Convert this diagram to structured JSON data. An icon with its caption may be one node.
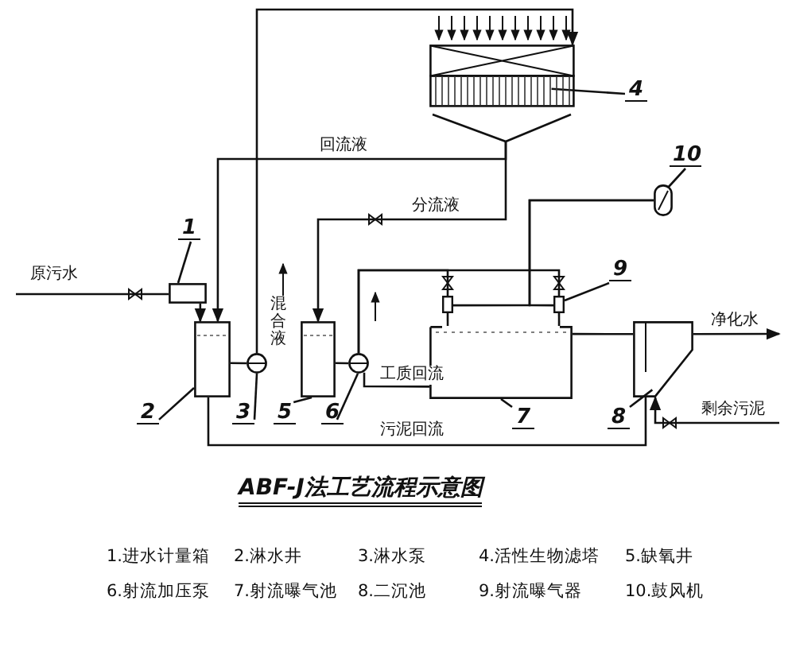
{
  "diagram": {
    "title": "ABF-J法工艺流程示意图",
    "nodes": [
      {
        "text": [
          "1"
        ]
      },
      {
        "text": [],
        "shape": "box"
      },
      {
        "text": [
          "2"
        ]
      },
      {
        "text": [],
        "shape": "box"
      },
      {
        "text": [
          "3"
        ]
      },
      {
        "text": [],
        "shape": "circle"
      },
      {
        "text": [
          "4"
        ]
      },
      {
        "text": [],
        "shape": "box"
      },
      {
        "text": [
          "5"
        ]
      },
      {
        "text": [],
        "shape": "box"
      },
      {
        "text": [
          "6"
        ]
      },
      {
        "text": [],
        "shape": "circle"
      },
      {
        "text": [
          "7"
        ]
      },
      {
        "text": [],
        "shape": "box"
      },
      {
        "text": [
          "8"
        ]
      },
      {
        "text": [],
        "shape": "box"
      },
      {
        "text": [
          "9"
        ]
      },
      {
        "text": [],
        "shape": "box"
      },
      {
        "text": [],
        "shape": "box"
      },
      {
        "text": [
          "10"
        ]
      },
      {
        "text": [],
        "shape": "cylinder"
      }
    ],
    "edges": [
      {
        "from": 0,
        "to": 1,
        "arrow": "none"
      },
      {
        "from": 2,
        "to": 3,
        "arrow": "none"
      },
      {
        "from": 4,
        "to": 5,
        "arrow": "none"
      },
      {
        "from": 6,
        "to": 7,
        "arrow": "none"
      },
      {
        "from": 8,
        "to": 9,
        "arrow": "none"
      },
      {
        "from": 10,
        "to": 11,
        "arrow": "none"
      },
      {
        "from": 12,
        "to": 13,
        "arrow": "none"
      },
      {
        "from": 14,
        "to": 15,
        "arrow": "none"
      },
      {
        "from": 16,
        "to": 18,
        "arrow": "none"
      },
      {
        "from": 19,
        "to": 20,
        "arrow": "none"
      },
      {
        "from": null,
        "to": 1,
        "arrow": "none",
        "label": "原污水"
      },
      {
        "from": 1,
        "to": 3,
        "arrow": "to"
      },
      {
        "from": 3,
        "to": 5,
        "arrow": "none"
      },
      {
        "from": 5,
        "to": 7,
        "arrow": "to",
        "label": "混合液"
      },
      {
        "from": 7,
        "to": 3,
        "arrow": "to",
        "label": "回流液"
      },
      {
        "from": 7,
        "to": 9,
        "arrow": "to",
        "label": "分流液"
      },
      {
        "from": 9,
        "to": 11,
        "arrow": "none"
      },
      {
        "from": 11,
        "to": 17,
        "arrow": "none"
      },
      {
        "from": 11,
        "to": 18,
        "arrow": "none"
      },
      {
        "from": 13,
        "to": 11,
        "arrow": "none",
        "label": "工质回流"
      },
      {
        "from": 20,
        "to": 17,
        "arrow": "none"
      },
      {
        "from": 20,
        "to": 18,
        "arrow": "none"
      },
      {
        "from": 17,
        "to": 13,
        "arrow": "none"
      },
      {
        "from": 18,
        "to": 13,
        "arrow": "none"
      },
      {
        "from": 13,
        "to": 15,
        "arrow": "none"
      },
      {
        "from": 15,
        "to": null,
        "arrow": "to",
        "label": "净化水"
      },
      {
        "from": null,
        "to": 15,
        "arrow": "to",
        "label": "剩余污泥"
      },
      {
        "from": 15,
        "to": 3,
        "arrow": "none",
        "label": "污泥回流"
      }
    ],
    "labels": [
      "1.进水计量箱",
      "2.淋水井",
      "3.淋水泵",
      "4.活性生物滤塔",
      "5.缺氧井",
      "6.射流加压泵",
      "7.射流曝气池",
      "8.二沉池",
      "9.射流曝气器",
      "10.鼓风机"
    ]
  }
}
